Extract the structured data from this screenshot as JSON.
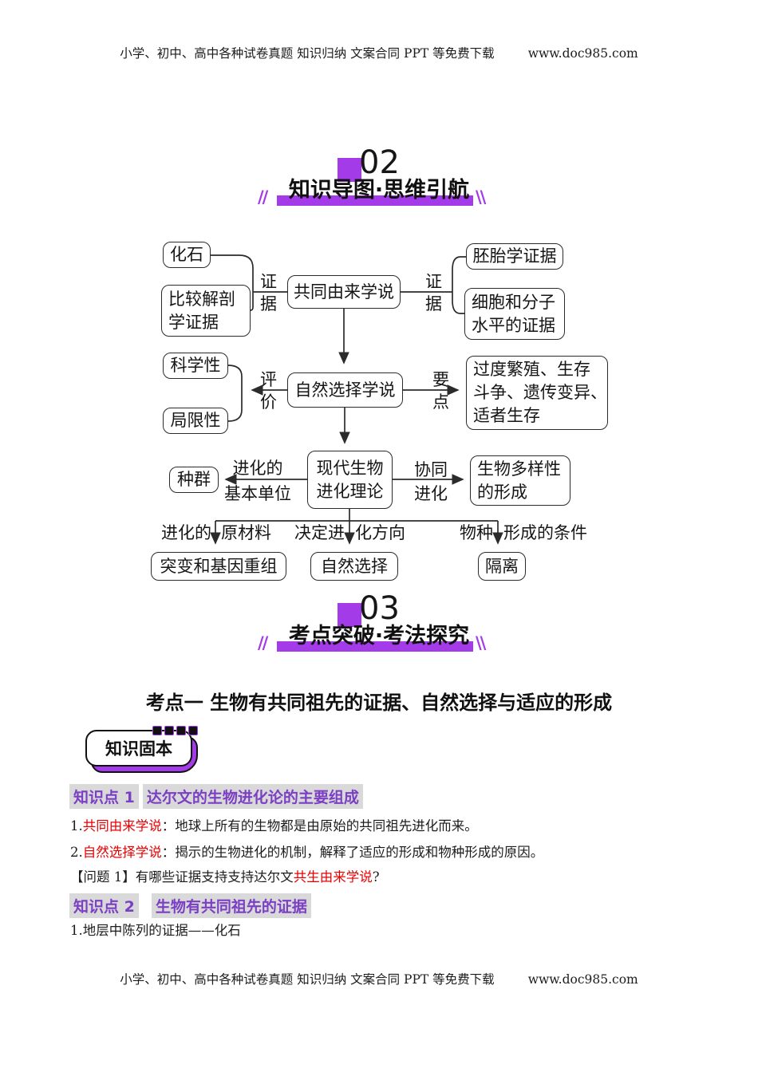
{
  "colors": {
    "accent_purple": "#a43be8",
    "heading_purple": "#7b3fc4",
    "highlight_gray": "#d9d9d9",
    "red": "#e60000"
  },
  "header": {
    "text": "小学、初中、高中各种试卷真题 知识归纳 文案合同 PPT 等免费下载",
    "url": "www.doc985.com"
  },
  "footer": {
    "text": "小学、初中、高中各种试卷真题 知识归纳 文案合同 PPT 等免费下载",
    "url": "www.doc985.com"
  },
  "section_02": {
    "number": "02",
    "title": "知识导图·思维引航",
    "slash_left": "//",
    "slash_right": "\\\\"
  },
  "section_03": {
    "number": "03",
    "title": "考点突破·考法探究",
    "slash_left": "//",
    "slash_right": "\\\\"
  },
  "diagram": {
    "fossil": "化石",
    "anatomy": "比较解剖\n学证据",
    "evidence_left": "证\n据",
    "common_descent": "共同由来学说",
    "evidence_right": "证\n据",
    "embryology": "胚胎学证据",
    "cell_molecular": "细胞和分子\n水平的证据",
    "scientific": "科学性",
    "limitation": "局限性",
    "evaluate": "评\n价",
    "natural_selection_theory": "自然选择学说",
    "key_points": "要\n点",
    "key_points_content": "过度繁殖、生存\n斗争、遗传变异、\n适者生存",
    "population": "种群",
    "evo_unit_top": "进化的",
    "evo_unit_bottom": "基本单位",
    "modern_theory": "现代生物\n进化理论",
    "coevolution_top": "协同",
    "coevolution_bottom": "进化",
    "biodiversity": "生物多样性\n的形成",
    "raw_material_left": "进化的",
    "raw_material_right": "原材料",
    "direction_left": "决定进",
    "direction_right": "化方向",
    "species_left": "物种",
    "species_right": "形成的条件",
    "mutation": "突变和基因重组",
    "natural_selection": "自然选择",
    "isolation": "隔离"
  },
  "exam_point": {
    "title": "考点一  生物有共同祖先的证据、自然选择与适应的形成"
  },
  "knowledge_badge": {
    "label": "知识固本"
  },
  "kp1": {
    "tag": "知识点 1",
    "title": "达尔文的生物进化论的主要组成"
  },
  "kp2": {
    "tag": "知识点 2",
    "title": "生物有共同祖先的证据"
  },
  "lines": {
    "l1_prefix": "1.",
    "l1_red": "共同由来学说",
    "l1_rest": "：地球上所有的生物都是由原始的共同祖先进化而来。",
    "l2_prefix": "2.",
    "l2_red": "自然选择学说",
    "l2_rest": "：揭示的生物进化的机制，解释了适应的形成和物种形成的原因。",
    "l3_prefix": "【问题 1】有哪些证据支持支持达尔文",
    "l3_red": "共生由来学说",
    "l3_suffix": "?",
    "l4": "1.地层中陈列的证据——化石"
  }
}
